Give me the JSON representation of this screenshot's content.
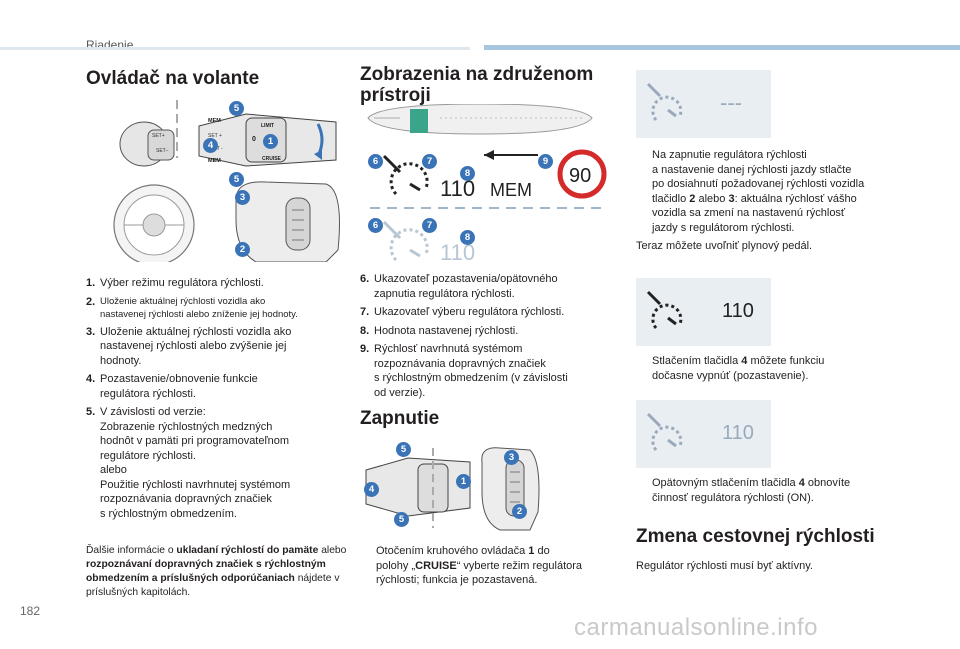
{
  "header": {
    "chapter": "Riadenie"
  },
  "footer": {
    "page_number": "182",
    "watermark": "carmanualsonline.info"
  },
  "col1": {
    "title": "Ovládač na volante",
    "badges": {
      "b5": "5",
      "b4": "4",
      "b1": "1",
      "b5b": "5",
      "b3": "3",
      "b2": "2"
    },
    "stalk_labels": {
      "mem": "MEM",
      "lim": "LIMIT",
      "cruise": "CRUISE",
      "zero": "0",
      "set_plus": "SET +",
      "set_minus": "SET -",
      "mem2": "MEM"
    },
    "items": [
      {
        "num": "1.",
        "text": "Výber režimu regulátora rýchlosti."
      },
      {
        "num": "2.",
        "text": "Uloženie aktuálnej rýchlosti vozidla ako\nnastavenej rýchlosti alebo zníženie jej hodnoty."
      },
      {
        "num": "3.",
        "text": "Uloženie aktuálnej rýchlosti vozidla ako\nnastavenej rýchlosti alebo zvýšenie jej\nhodnoty."
      },
      {
        "num": "4.",
        "text": "Pozastavenie/obnovenie funkcie\nregulátora rýchlosti."
      },
      {
        "num": "5.",
        "text": "V závislosti od verzie:\nZobrazenie rýchlostných medzných\nhodnôt v pamäti pri programovateľnom\nregulátore rýchlosti.\nalebo\nPoužitie rýchlosti navrhnutej systémom\nrozpoznávania dopravných značiek\ns rýchlostným obmedzením."
      }
    ],
    "note": {
      "p1": "Ďalšie informácie o ",
      "b1": "ukladaní rýchlostí do pamäte",
      "p2": " alebo ",
      "b2": "rozpoznávaní dopravných značiek s rýchlostným obmedzením a príslušných odporúčaniach",
      "p3": " nájdete v príslušných kapitolách."
    }
  },
  "col2": {
    "title": "Zobrazenia na združenom prístroji",
    "display": {
      "badge6": "6",
      "badge7": "7",
      "badge8": "8",
      "badge9": "9",
      "badge6b": "6",
      "badge7b": "7",
      "badge8b": "8",
      "speed": "110",
      "mem": "MEM",
      "sign": "90",
      "speed_dim": "110"
    },
    "items": [
      {
        "num": "6.",
        "text": "Ukazovateľ pozastavenia/opätovného\nzapnutia regulátora rýchlosti."
      },
      {
        "num": "7.",
        "text": "Ukazovateľ výberu regulátora rýchlosti."
      },
      {
        "num": "8.",
        "text": "Hodnota nastavenej rýchlosti."
      },
      {
        "num": "9.",
        "text": "Rýchlosť navrhnutá systémom\nrozpoznávania dopravných značiek\ns rýchlostným obmedzením (v závislosti\nod verzie)."
      }
    ],
    "section2_title": "Zapnutie",
    "badges2": {
      "b5": "5",
      "b4": "4",
      "b1": "1",
      "b5b": "5",
      "b3": "3",
      "b2": "2"
    },
    "bullet": {
      "marker": "",
      "p1": "Otočením kruhového ovládača ",
      "b1": "1",
      "p2": " do\npolohy „",
      "b2": "CRUISE",
      "p3": "“ vyberte režim regulátora\nrýchlosti; funkcia je pozastavená."
    }
  },
  "col3": {
    "display1_text": "---",
    "bullet1": {
      "marker": "",
      "p1": "Na zapnutie regulátora rýchlosti\na nastavenie danej rýchlosti jazdy stlačte\npo dosiahnutí požadovanej rýchlosti vozidla\ntlačidlo ",
      "b1": "2",
      "p2": " alebo ",
      "b2": "3",
      "p3": ": aktuálna rýchlosť vášho\nvozidla sa zmení na nastavenú rýchlosť\njazdy s regulátorom rýchlosti."
    },
    "after_bullet1": "Teraz môžete uvoľniť plynový pedál.",
    "display2_text": "110",
    "bullet2": {
      "marker": "",
      "p1": "Stlačením tlačidla ",
      "b1": "4",
      "p2": " môžete funkciu\ndočasne vypnúť (pozastavenie)."
    },
    "display3_text": "110",
    "bullet3": {
      "marker": "",
      "p1": "Opätovným stlačením tlačidla ",
      "b1": "4",
      "p2": " obnovíte\nčinnosť regulátora rýchlosti (ON)."
    },
    "section_title": "Zmena cestovnej rýchlosti",
    "final_text": "Regulátor rýchlosti musí byť aktívny."
  },
  "colors": {
    "accent": "#3a74b6",
    "display_bg": "#e9eef3",
    "topbar": "#a9c6df",
    "sign_red": "#d42a2a"
  }
}
